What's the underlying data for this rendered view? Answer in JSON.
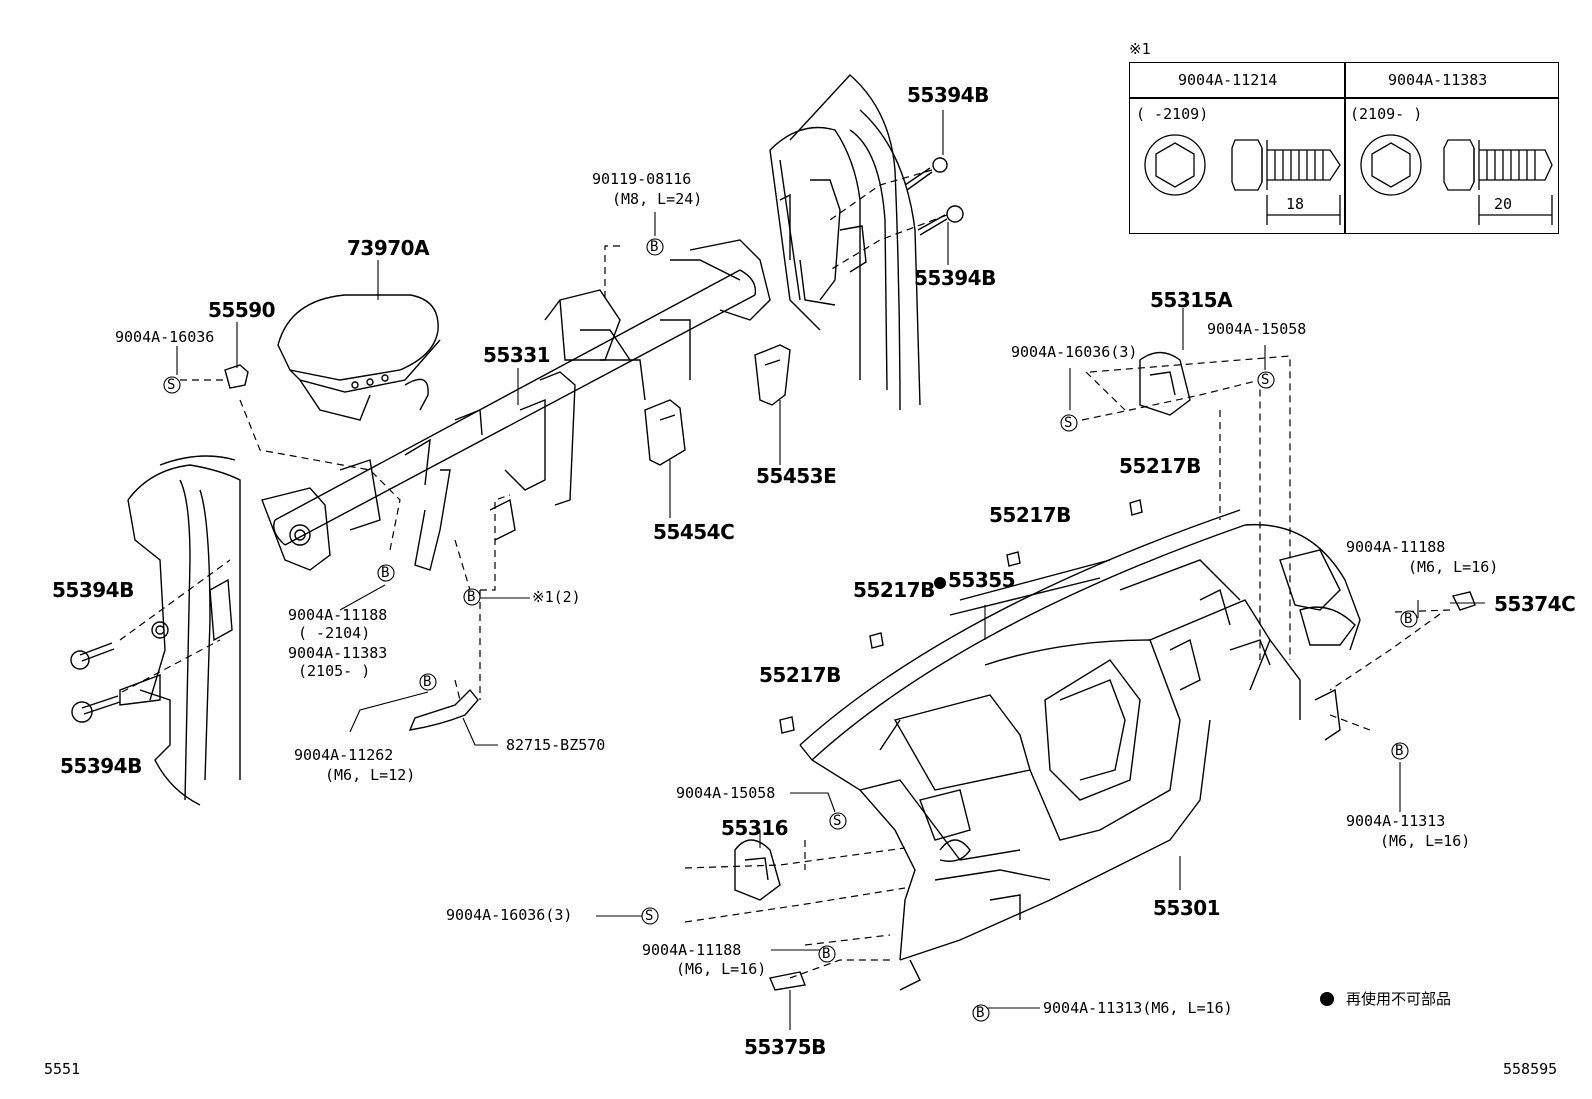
{
  "parts": {
    "p55394B_top1": "55394B",
    "p55394B_top2": "55394B",
    "p90119": "90119-08116",
    "p90119_spec": "(M8, L=24)",
    "p73970A": "73970A",
    "p55590": "55590",
    "p9004A_16036_a": "9004A-16036",
    "p55331": "55331",
    "p55453E": "55453E",
    "p55454C": "55454C",
    "p55315A": "55315A",
    "p9004A_15058_a": "9004A-15058",
    "p9004A_16036_3a": "9004A-16036(3)",
    "p55217B_1": "55217B",
    "p55217B_2": "55217B",
    "p55217B_3": "55217B",
    "p55217B_4": "55217B",
    "p55355": "55355",
    "p9004A_11188_r": "9004A-11188",
    "p9004A_11188_r_spec": "(M6, L=16)",
    "p55374C": "55374C",
    "p55394B_l1": "55394B",
    "p55394B_l2": "55394B",
    "p9004A_11188_l": "9004A-11188",
    "p9004A_11188_l_range": "(      -2104)",
    "p9004A_11383_l": "9004A-11383",
    "p9004A_11383_l_range": "(2105-      )",
    "note_ref": "※1(2)",
    "p82715": "82715-BZ570",
    "p9004A_11262": "9004A-11262",
    "p9004A_11262_spec": "(M6, L=12)",
    "p9004A_15058_b": "9004A-15058",
    "p55316": "55316",
    "p9004A_16036_3b": "9004A-16036(3)",
    "p9004A_11188_b": "9004A-11188",
    "p9004A_11188_b_spec": "(M6, L=16)",
    "p55375B": "55375B",
    "p9004A_11313_b": "9004A-11313(M6, L=16)",
    "p55301": "55301",
    "p9004A_11313_r": "9004A-11313",
    "p9004A_11313_r_spec": "(M6, L=16)"
  },
  "bolt_table": {
    "title": "※1",
    "col1_header": "9004A-11214",
    "col2_header": "9004A-11383",
    "col1_range": "(      -2109)",
    "col2_range": "(2109-      )",
    "col1_length": "18",
    "col2_length": "20"
  },
  "markers": {
    "bolt": "B",
    "screw": "S",
    "dot": "●"
  },
  "legend": {
    "non_reusable": "再使用不可部品"
  },
  "footer": {
    "left_code": "5551",
    "right_code": "558595"
  }
}
